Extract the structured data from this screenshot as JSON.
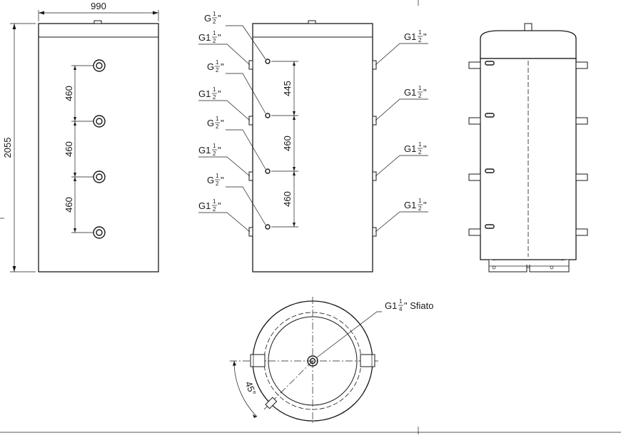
{
  "dimensions": {
    "width": "990",
    "height": "2055",
    "spacing_front": [
      "460",
      "460",
      "460"
    ],
    "spacing_side": [
      "445",
      "460",
      "460"
    ],
    "angle": "45°"
  },
  "connections": {
    "small_prefix": "G",
    "small_fraction_num": "1",
    "small_fraction_den": "2",
    "small_suffix": "\"",
    "large_prefix": "G1",
    "large_fraction_num": "1",
    "large_fraction_den": "2",
    "large_suffix": "\"",
    "vent_prefix": "G1",
    "vent_fraction_num": "1",
    "vent_fraction_den": "4",
    "vent_suffix": "\" Sfiato"
  },
  "icons": {
    "port": "circle-port-icon",
    "arrow": "arrowhead-icon"
  }
}
